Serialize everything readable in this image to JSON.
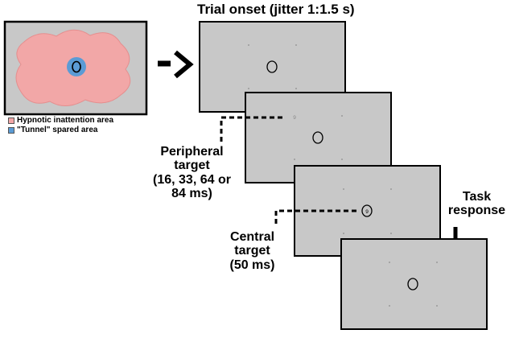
{
  "title": "Trial onset (jitter 1:1.5 s)",
  "legend": {
    "hypnotic": {
      "label": "Hypnotic inattention area",
      "color": "#f2a7a7"
    },
    "tunnel": {
      "label": "\"Tunnel\" spared area",
      "color": "#5b9bd5"
    }
  },
  "peripheral_label": [
    "Peripheral",
    "target",
    "(16, 33, 64 or",
    "84 ms)"
  ],
  "central_label": [
    "Central",
    "target",
    "(50 ms)"
  ],
  "task_label": [
    "Task",
    "response"
  ],
  "peripheral_digit": "9",
  "central_digit": "9",
  "colors": {
    "screen_fill": "#c8c8c8",
    "outline": "#000000",
    "hypnotic_area": "#f2a7a7",
    "tunnel_area": "#5b9bd5"
  }
}
